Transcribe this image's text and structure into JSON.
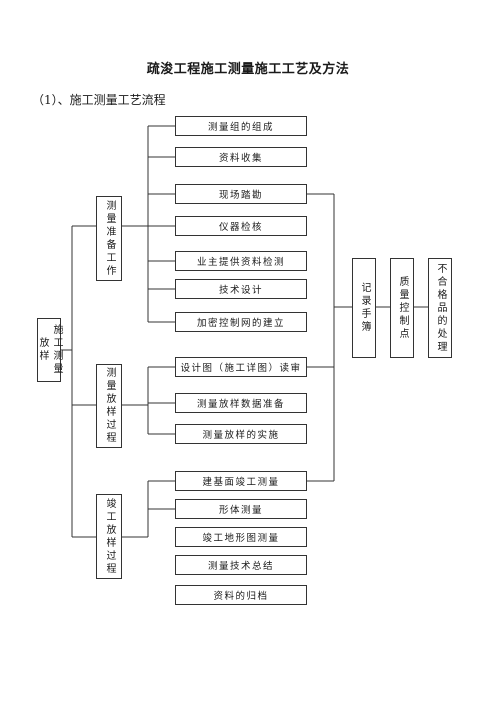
{
  "document": {
    "title": "疏浚工程施工测量施工工艺及方法",
    "subtitle": "（1）、施工测量工艺流程"
  },
  "flowchart": {
    "root": "施工测量放样",
    "groups": [
      {
        "label": "测量准备工作",
        "steps": [
          "测量组的组成",
          "资料收集",
          "现场踏勘",
          "仪器检核",
          "业主提供资料检测",
          "技术设计",
          "加密控制网的建立"
        ]
      },
      {
        "label": "测量放样过程",
        "steps": [
          "设计图（施工详图）读审",
          "测量放样数据准备",
          "测量放样的实施"
        ]
      },
      {
        "label": "竣工放样过程",
        "steps": [
          "建基面竣工测量",
          "形体测量",
          "竣工地形图测量",
          "测量技术总结",
          "资料的归档"
        ]
      }
    ],
    "outputs": [
      "记录手簿",
      "质量控制点",
      "不合格品的处理"
    ]
  }
}
